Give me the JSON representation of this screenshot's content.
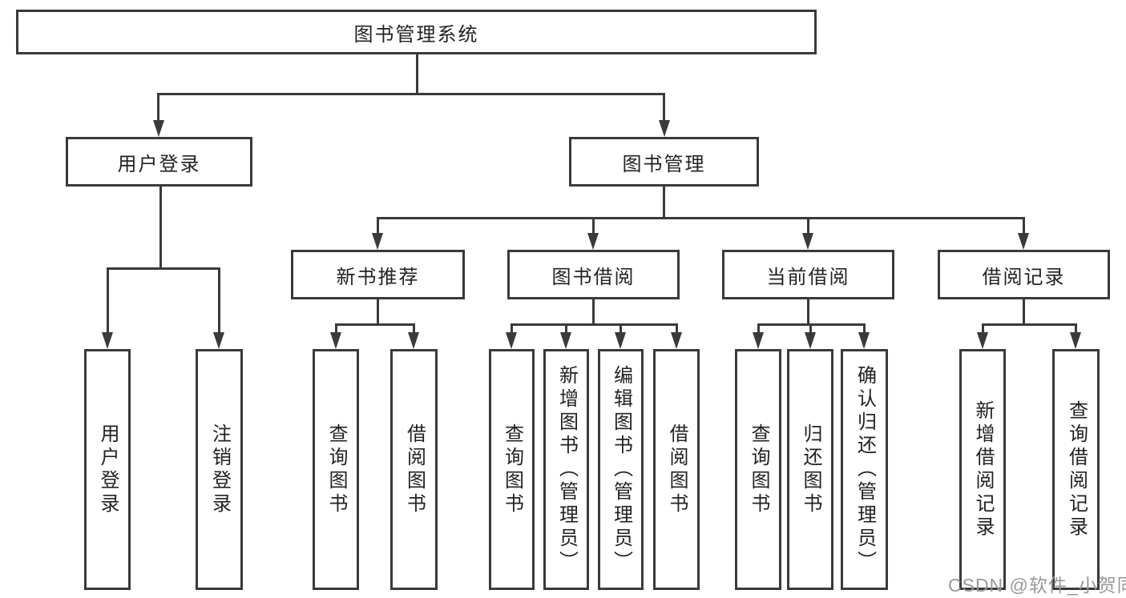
{
  "tree": {
    "root": {
      "label": "图书管理系统",
      "children": [
        {
          "label": "用户登录",
          "children": [
            {
              "label": "用户登录"
            },
            {
              "label": "注销登录"
            }
          ]
        },
        {
          "label": "图书管理",
          "children": [
            {
              "label": "新书推荐",
              "children": [
                {
                  "label": "查询图书"
                },
                {
                  "label": "借阅图书"
                }
              ]
            },
            {
              "label": "图书借阅",
              "children": [
                {
                  "label": "查询图书"
                },
                {
                  "label": "新增图书（管理员）"
                },
                {
                  "label": "编辑图书（管理员）"
                },
                {
                  "label": "借阅图书"
                }
              ]
            },
            {
              "label": "当前借阅",
              "children": [
                {
                  "label": "查询图书"
                },
                {
                  "label": "归还图书"
                },
                {
                  "label": "确认归还（管理员）"
                }
              ]
            },
            {
              "label": "借阅记录",
              "children": [
                {
                  "label": "新增借阅记录"
                },
                {
                  "label": "查询借阅记录"
                }
              ]
            }
          ]
        }
      ]
    }
  },
  "watermark": "CSDN @软件_小贺同学",
  "colors": {
    "line": "#3a3a3a",
    "text": "#222222",
    "watermark": "#999999",
    "background": "#ffffff"
  }
}
